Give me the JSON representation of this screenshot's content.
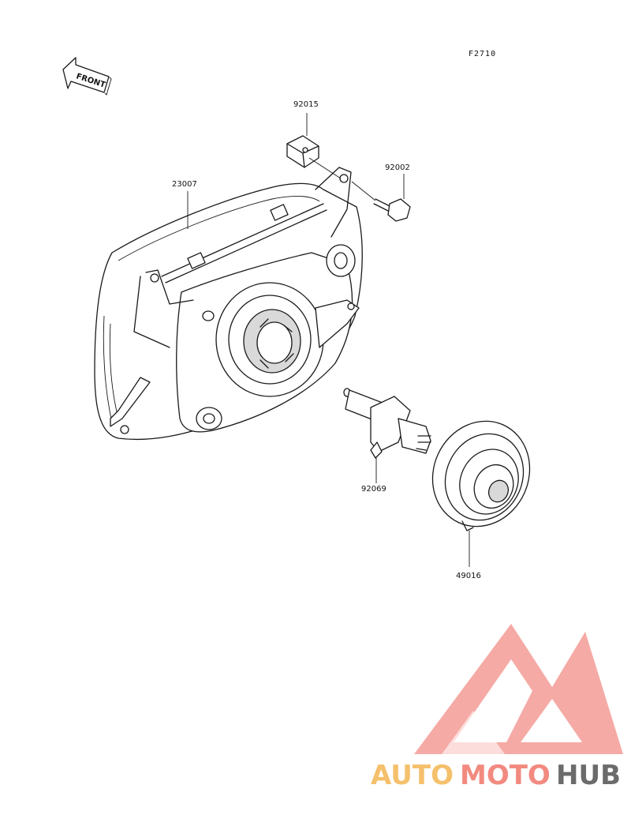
{
  "diagram": {
    "reference_code": "F2710",
    "front_label": "FRONT",
    "parts": [
      {
        "id": "headlight-assembly",
        "number": "23007"
      },
      {
        "id": "nut",
        "number": "92015"
      },
      {
        "id": "bolt",
        "number": "92002"
      },
      {
        "id": "bulb",
        "number": "92069"
      },
      {
        "id": "bulb-cover",
        "number": "49016"
      }
    ]
  },
  "watermark": {
    "brand_parts": [
      "AUTO",
      "MOTO",
      "HUB"
    ],
    "colors": {
      "auto": "#f5c06b",
      "moto": "#f28a80",
      "hub": "#6b6b6b",
      "logo": "#f07a72"
    }
  }
}
